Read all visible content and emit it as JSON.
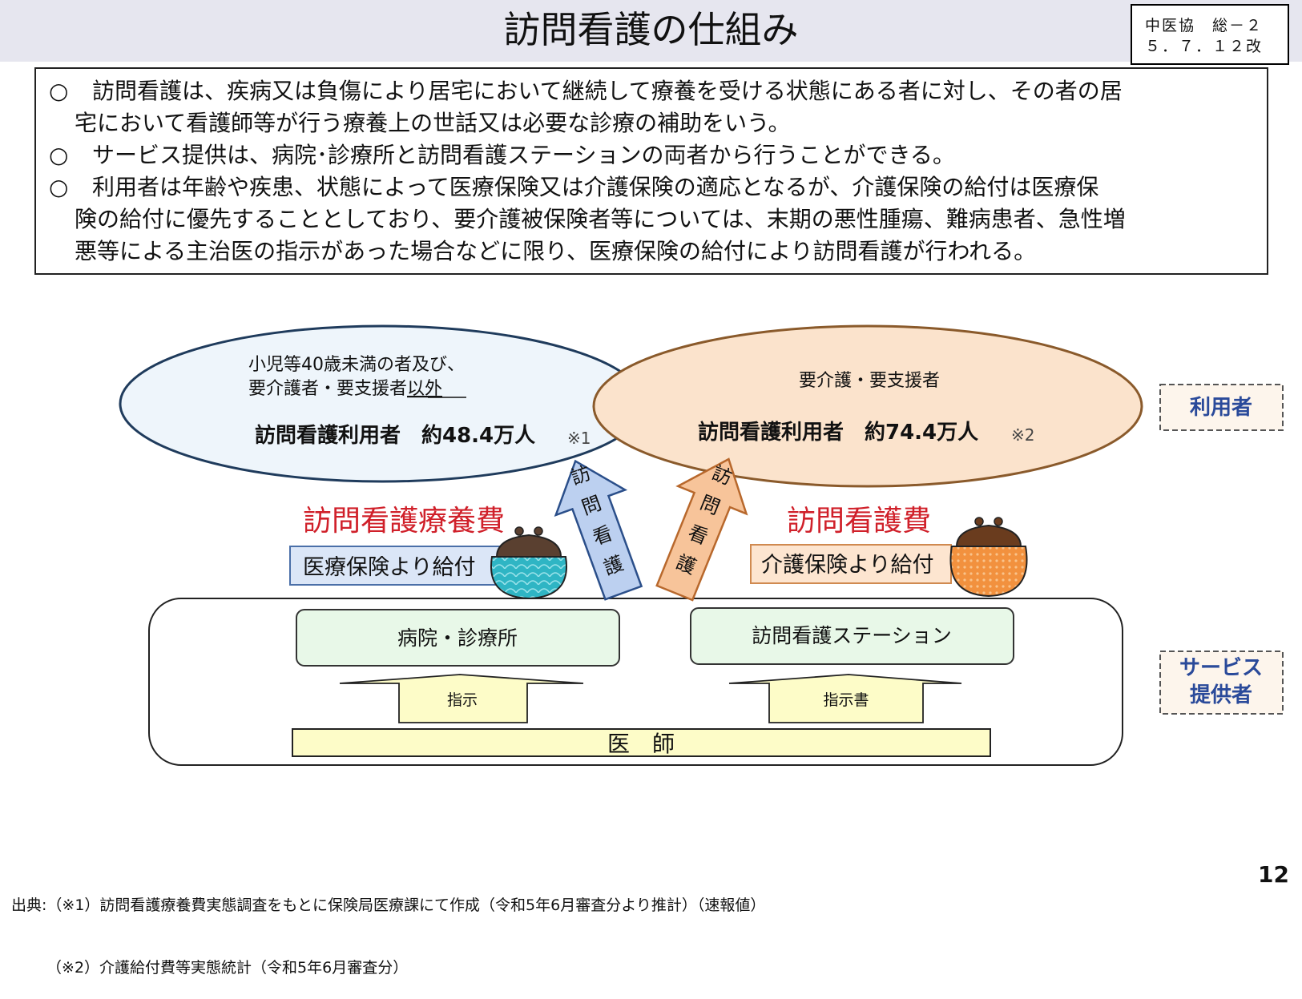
{
  "title": "訪問看護の仕組み",
  "doc_ref": {
    "line1": "中医協　総－２",
    "line2": "５．７．１２改"
  },
  "summary": {
    "bullet_mark": "○",
    "items": [
      {
        "line1": "訪問看護は、疾病又は負傷により居宅において継続して療養を受ける状態にある者に対し、その者の居",
        "line2": "宅において看護師等が行う療養上の世話又は必要な診療の補助をいう。"
      },
      {
        "line1": "サービス提供は、病院･診療所と訪問看護ステーションの両者から行うことができる。"
      },
      {
        "line1": "利用者は年齢や疾患、状態によって医療保険又は介護保険の適応となるが、介護保険の給付は医療保",
        "line2": "険の給付に優先することとしており、要介護被保険者等については、末期の悪性腫瘍、難病患者、急性増",
        "line3": "悪等による主治医の指示があった場合などに限り、医療保険の給付により訪問看護が行われる。"
      }
    ]
  },
  "diagram": {
    "left_group": {
      "desc_line1": "小児等40歳未満の者及び、",
      "desc_line2a": "要介護者・要支援者",
      "desc_line2b": "以外",
      "users_label": "訪問看護利用者　約48.4万人",
      "note": "※1"
    },
    "right_group": {
      "desc": "要介護・要支援者",
      "users_label": "訪問看護利用者　約74.4万人",
      "note": "※2"
    },
    "arrow_text_chars": [
      "訪",
      "問",
      "看",
      "護"
    ],
    "left_fee": {
      "name": "訪問看護療養費",
      "benefit": "医療保険より給付"
    },
    "right_fee": {
      "name": "訪問看護費",
      "benefit": "介護保険より給付"
    },
    "providers": {
      "hospital": "病院・診療所",
      "station": "訪問看護ステーション"
    },
    "instruction_left": "指示",
    "instruction_right": "指示書",
    "doctor": "医　師",
    "side_label_users": "利用者",
    "side_label_providers_1": "サービス",
    "side_label_providers_2": "提供者",
    "colors": {
      "left_ellipse_fill": "#eef5fb",
      "left_ellipse_stroke": "#1f3b5c",
      "right_ellipse_fill": "#fbe3cc",
      "right_ellipse_stroke": "#8a5a2b",
      "fee_red": "#d0202a",
      "blue_arrow": "#bcd0f0",
      "orange_arrow": "#f7c49a",
      "provider_box": "#e8f8e8",
      "yellow": "#fdfcc8",
      "side_label_text": "#2a4a9a"
    }
  },
  "footnotes": {
    "line1": "出典:（※1）訪問看護療養費実態調査をもとに保険局医療課にて作成（令和5年6月審査分より推計）（速報値）",
    "line2": "　　 （※2）介護給付費等実態統計（令和5年6月審査分）"
  },
  "page_number": "12"
}
